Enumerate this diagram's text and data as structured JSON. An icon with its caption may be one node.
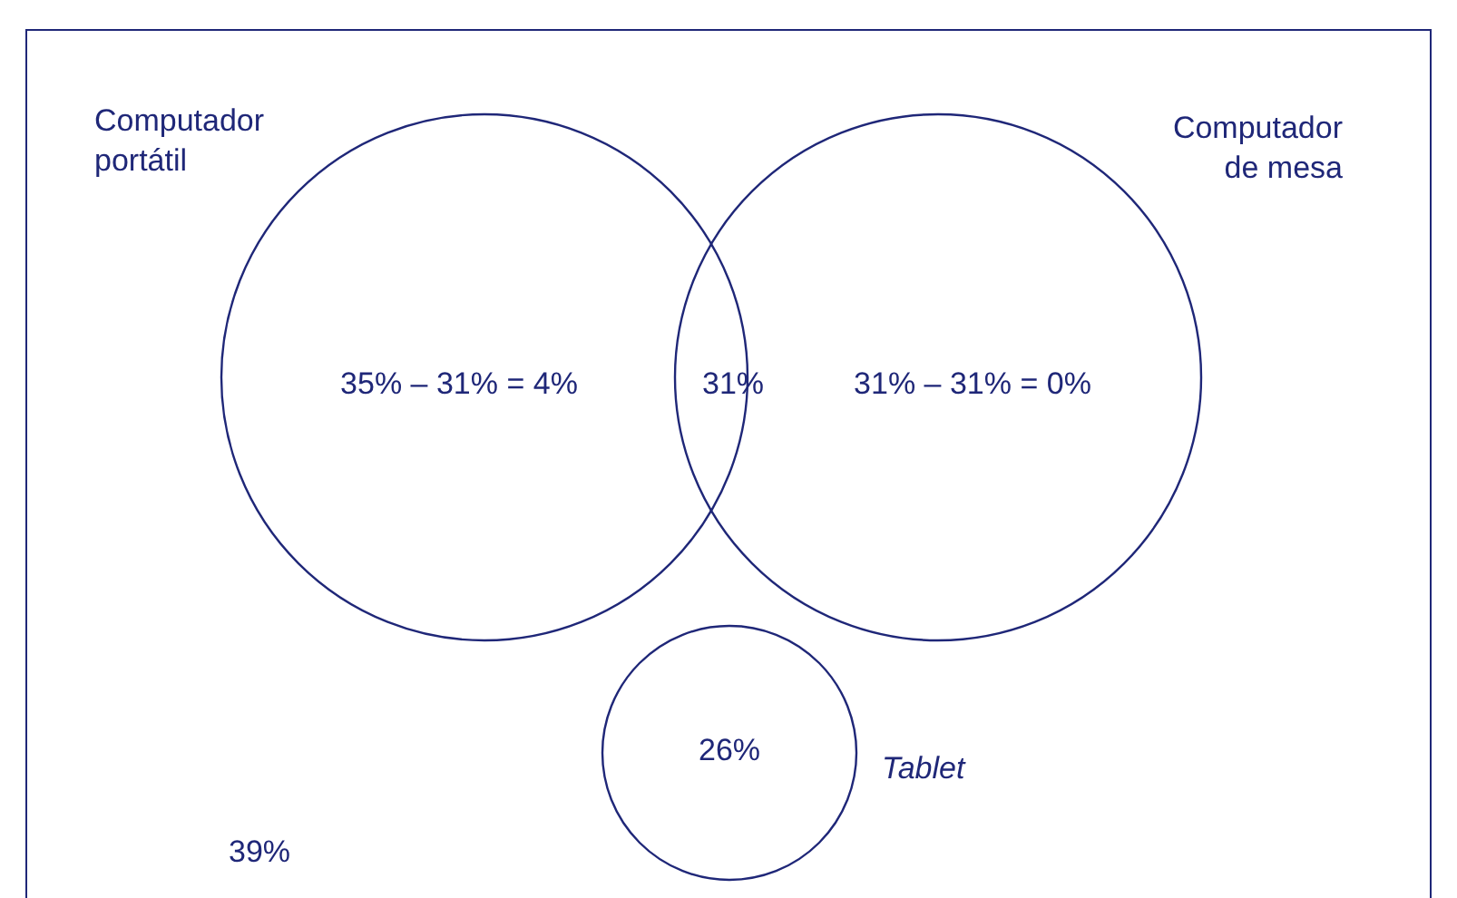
{
  "diagram": {
    "nodes": [
      {
        "text": [
          "Computador portátil"
        ]
      },
      {
        "text": [
          "Computador de mesa"
        ]
      },
      {
        "text": [
          "26%"
        ],
        "beside": [
          "Tablet"
        ]
      }
    ],
    "labels": [
      "35% – 31% = 4%",
      "31%",
      "31% – 31% = 0%",
      "39%"
    ]
  }
}
